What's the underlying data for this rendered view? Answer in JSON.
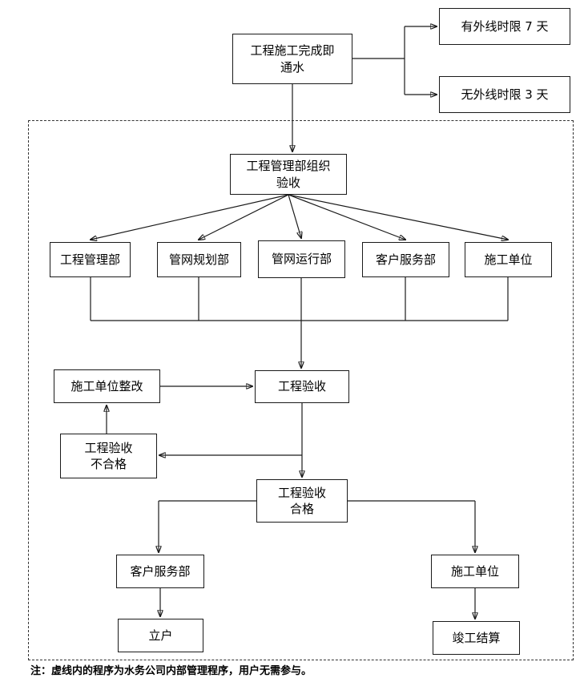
{
  "nodes": {
    "start": "工程施工完成即\n通水",
    "limit_with_line": "有外线时限 7 天",
    "limit_without_line": "无外线时限 3 天",
    "organize_acceptance": "工程管理部组织\n验收",
    "dept_engineering": "工程管理部",
    "dept_pipe_planning": "管网规划部",
    "dept_pipe_operation": "管网运行部",
    "dept_customer_service": "客户服务部",
    "dept_construction_unit": "施工单位",
    "acceptance": "工程验收",
    "rectification": "施工单位整改",
    "acceptance_failed": "工程验收\n不合格",
    "acceptance_passed": "工程验收\n合格",
    "customer_service2": "客户服务部",
    "construction_unit2": "施工单位",
    "open_account": "立户",
    "final_settlement": "竣工结算"
  },
  "note": "注：虚线内的程序为水务公司内部管理程序，用户无需参与。",
  "colors": {
    "line": "#1a1a1a",
    "border": "#1a1a1a",
    "background": "#ffffff"
  }
}
